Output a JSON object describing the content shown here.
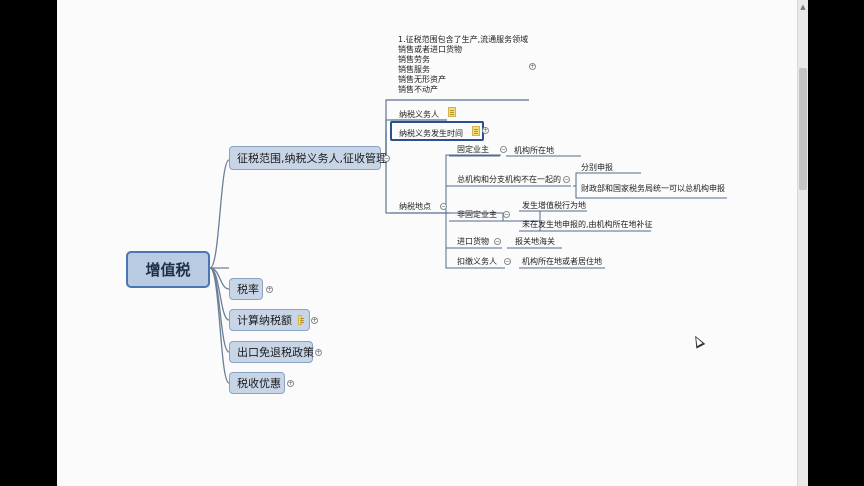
{
  "root": {
    "label": "增值税"
  },
  "main_topics": [
    {
      "label": "征税范围,纳税义务人,征收管理"
    },
    {
      "label": "税率"
    },
    {
      "label": "计算纳税额"
    },
    {
      "label": "出口免退税政策"
    },
    {
      "label": "税收优惠"
    }
  ],
  "scope_note": {
    "lines": [
      "1.征税范围包含了生产,流通服务领域",
      "销售或者进口货物",
      "销售劳务",
      "销售服务",
      "销售无形资产",
      "销售不动产"
    ]
  },
  "subtopics": {
    "taxpayer": "纳税义务人",
    "obligation_time": "纳税义务发生时间",
    "tax_location": "纳税地点"
  },
  "location_branches": {
    "fixed": "固定业主",
    "fixed_child": "机构所在地",
    "hq_branch": "总机构和分支机构不在一起的",
    "hq_child_1": "分别申报",
    "hq_child_2": "财政部和国家税务局统一可以总机构申报",
    "non_fixed": "非固定业主",
    "non_fixed_child_1": "发生增值税行为地",
    "non_fixed_child_2": "未在发生地申报的,由机构所在地补征",
    "import": "进口货物",
    "import_child": "报关地海关",
    "withholding": "扣缴义务人",
    "withholding_child": "机构所在地或者居住地"
  },
  "icons": {
    "collapse": "collapse-toggle-icon",
    "note": "note-icon",
    "cursor": "mouse-pointer-icon"
  },
  "colors": {
    "topic_fill": "#c7d5e6",
    "root_border": "#4a77b1",
    "selection": "#2b4f8f",
    "link": "#6b7f96"
  }
}
